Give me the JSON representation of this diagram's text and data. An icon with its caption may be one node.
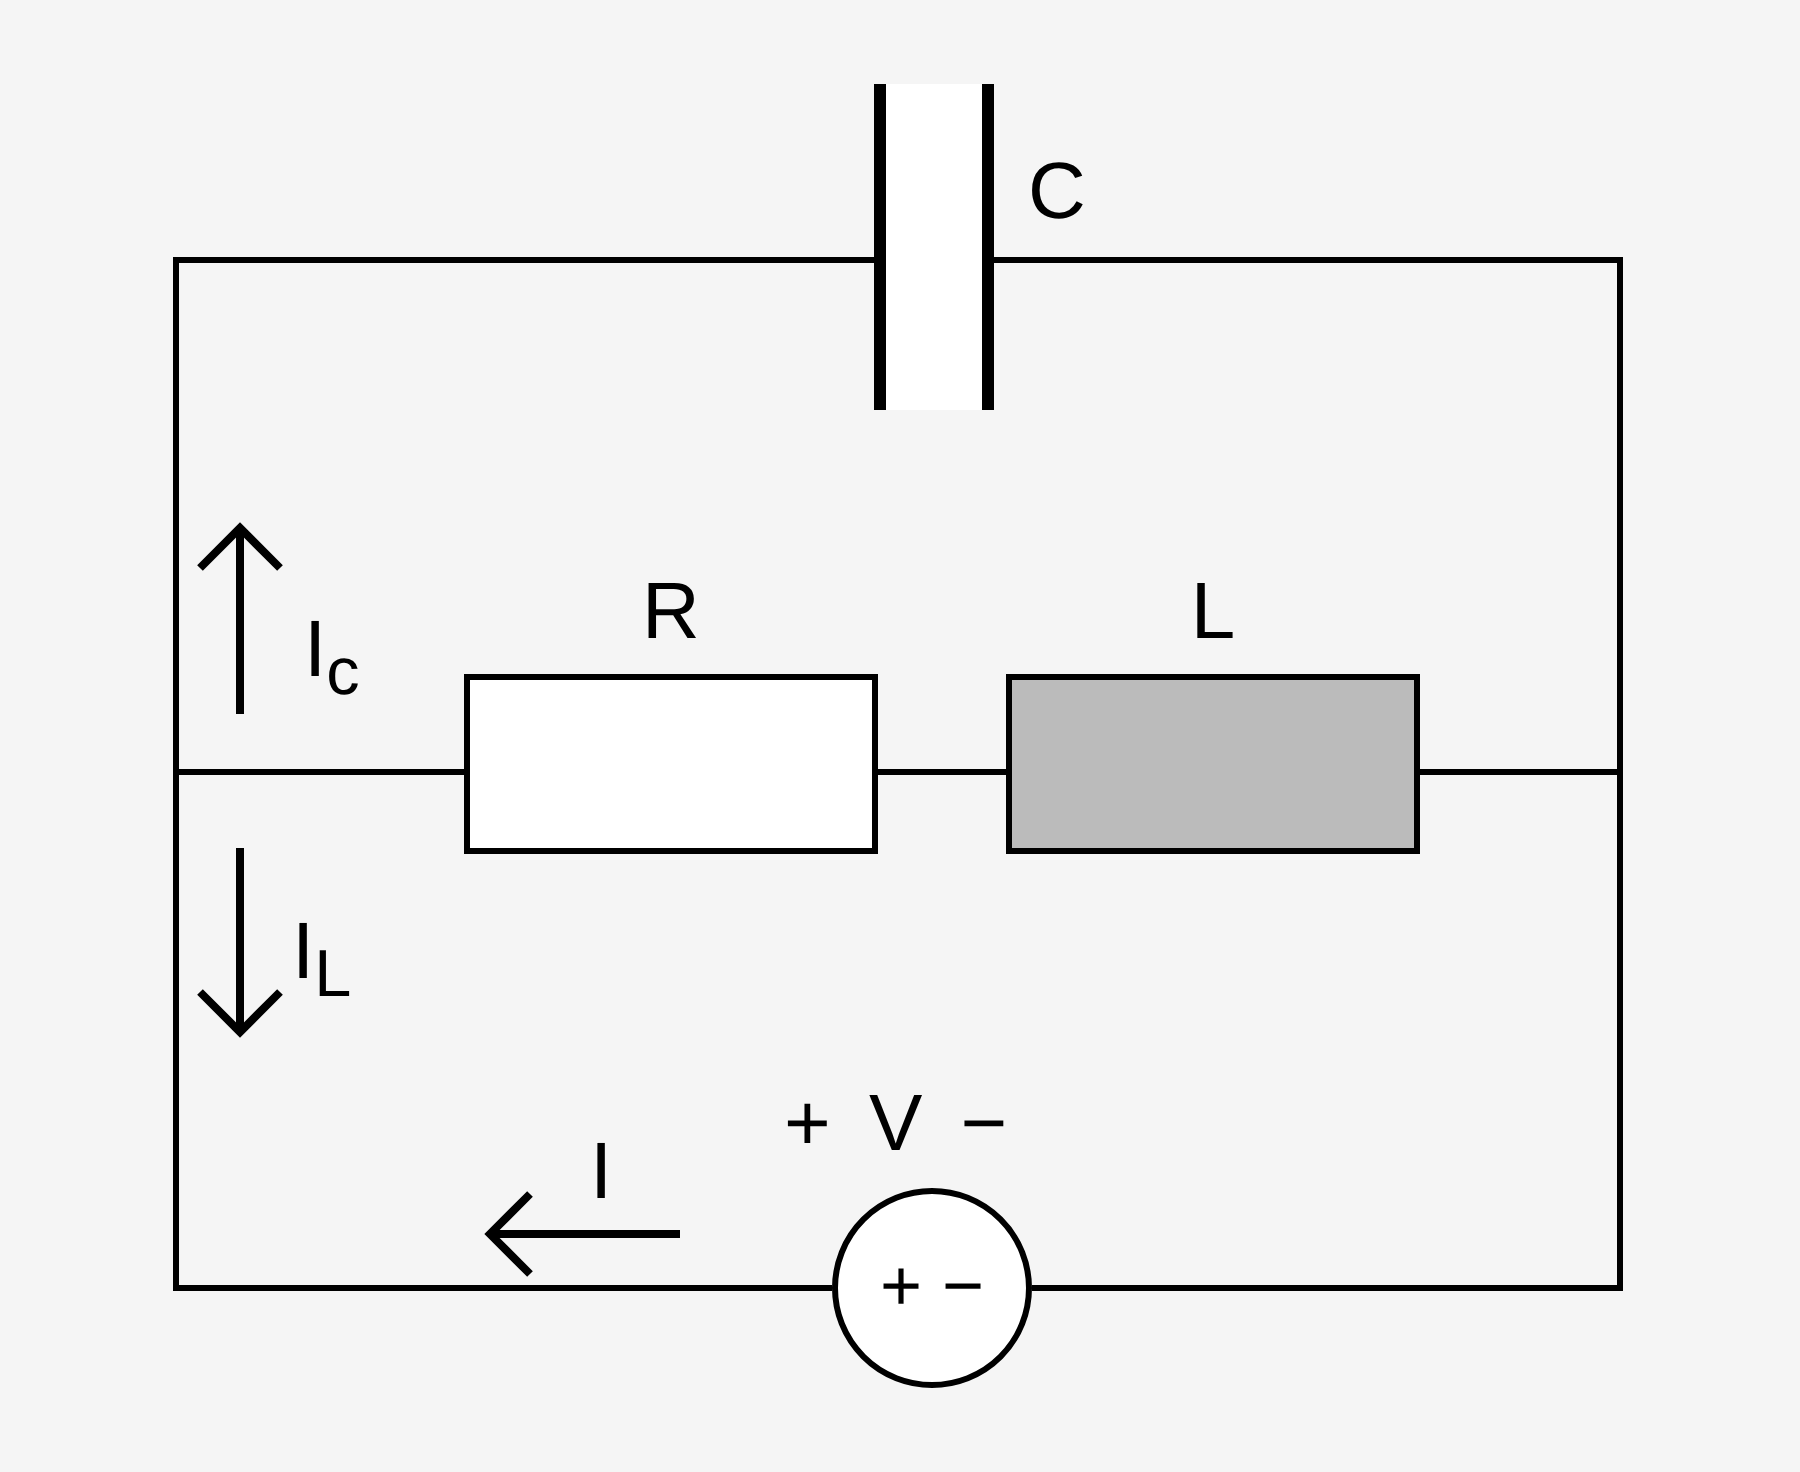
{
  "diagram": {
    "nodes": [
      {
        "text": [],
        "shape": "capacitor",
        "beside": [
          "C"
        ]
      },
      {
        "text": [
          "R"
        ]
      },
      {
        "text": [
          "L"
        ]
      },
      {
        "text": [
          "+ −"
        ],
        "beside": [
          "+ V −"
        ]
      }
    ],
    "edges": [
      {
        "from": 0,
        "to": 1,
        "arrow": "none"
      },
      {
        "from": 1,
        "to": 2,
        "arrow": "none"
      },
      {
        "from": 2,
        "to": 0,
        "arrow": "none"
      },
      {
        "from": 3,
        "to": 1,
        "arrow": "none"
      },
      {
        "from": 2,
        "to": 3,
        "arrow": "none"
      }
    ],
    "labels": [
      "I$_{c}$",
      "I$_{L}$",
      "I"
    ]
  }
}
